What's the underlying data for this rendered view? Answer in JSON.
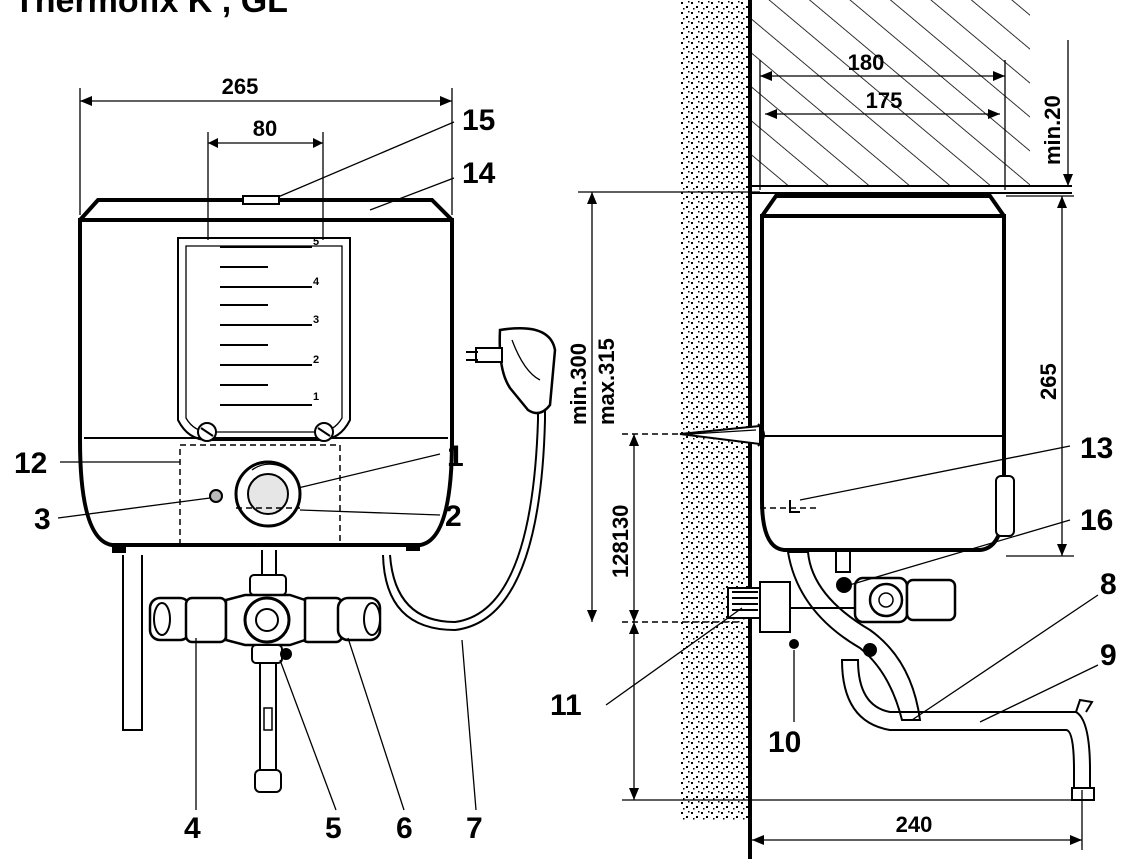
{
  "title": "Thermofix K , GL",
  "dimensions": {
    "front_width": "265",
    "scale_width": "80",
    "depth_outer": "180",
    "depth_inner": "175",
    "min_top": "min.20",
    "side_height": "265",
    "mount_min": "min.300",
    "mount_max": "max.315",
    "mount_range": "128130",
    "bottom_depth": "240"
  },
  "scale_marks": [
    "5",
    "4",
    "3",
    "2",
    "1"
  ],
  "callouts": {
    "c1": "1",
    "c2": "2",
    "c3": "3",
    "c4": "4",
    "c5": "5",
    "c6": "6",
    "c7": "7",
    "c8": "8",
    "c9": "9",
    "c10": "10",
    "c11": "11",
    "c12": "12",
    "c13": "13",
    "c14": "14",
    "c15": "15",
    "c16": "16"
  }
}
